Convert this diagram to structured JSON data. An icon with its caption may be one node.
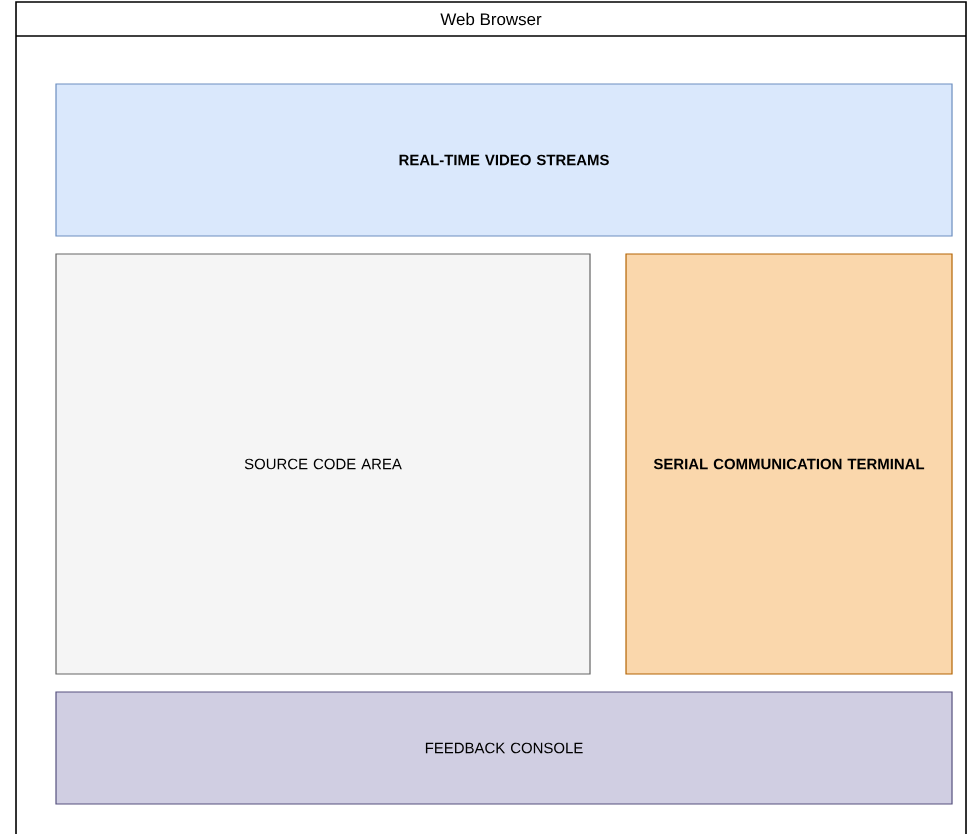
{
  "diagram": {
    "nodes": [
      {
        "text": [
          "Web Browser"
        ]
      },
      {
        "text": [
          "REAL-TIME VIDEO STREAMS"
        ],
        "in": 0
      },
      {
        "text": [
          "SOURCE CODE AREA"
        ],
        "in": 0
      },
      {
        "text": [
          "SERIAL COMMUNICATION TERMINAL"
        ],
        "in": 0
      },
      {
        "text": [
          "FEEDBACK CONSOLE"
        ],
        "in": 0
      }
    ]
  }
}
